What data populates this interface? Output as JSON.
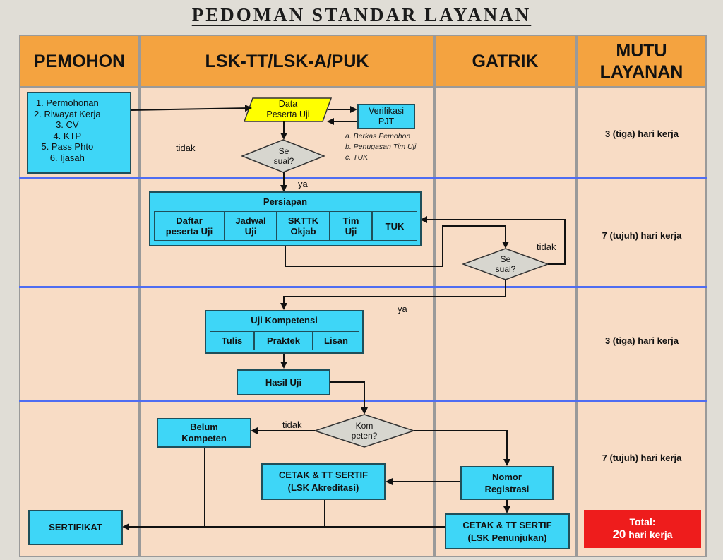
{
  "title": "PEDOMAN STANDAR LAYANAN",
  "headers": {
    "pemohon": "PEMOHON",
    "lsk": "LSK-TT/LSK-A/PUK",
    "gatrik": "GATRIK",
    "mutu_line1": "MUTU",
    "mutu_line2": "LAYANAN"
  },
  "requirements": [
    "1. Permohonan",
    "2. Riwayat Kerja",
    "3. CV",
    "4. KTP",
    "5. Pass Phto",
    "6. Ijasah"
  ],
  "data_peserta": {
    "line1": "Data",
    "line2": "Peserta Uji"
  },
  "verifikasi": {
    "line1": "Verifikasi",
    "line2": "PJT"
  },
  "notes": [
    "a. Berkas Pemohon",
    "b. Penugasan Tim Uji",
    "c. TUK"
  ],
  "sesuai1": {
    "line1": "Se",
    "line2": "suai?"
  },
  "sesuai2": {
    "line1": "Se",
    "line2": "suai?"
  },
  "kompeten": {
    "line1": "Kom",
    "line2": "peten?"
  },
  "labels": {
    "tidak1": "tidak",
    "ya1": "ya",
    "tidak2": "tidak",
    "ya2": "ya",
    "tidak3": "tidak"
  },
  "persiapan": {
    "title": "Persiapan",
    "cells": [
      {
        "line1": "Daftar",
        "line2": "peserta Uji"
      },
      {
        "line1": "Jadwal",
        "line2": "Uji"
      },
      {
        "line1": "SKTTK",
        "line2": "Okjab"
      },
      {
        "line1": "Tim",
        "line2": "Uji"
      },
      {
        "line1": "TUK",
        "line2": ""
      }
    ]
  },
  "uji": {
    "title": "Uji Kompetensi",
    "cells": [
      "Tulis",
      "Praktek",
      "Lisan"
    ]
  },
  "hasil": "Hasil Uji",
  "belum": {
    "line1": "Belum",
    "line2": "Kompeten"
  },
  "cetak_akr": {
    "line1": "CETAK & TT SERTIF",
    "line2": "(LSK Akreditasi)"
  },
  "nomor": {
    "line1": "Nomor",
    "line2": "Registrasi"
  },
  "cetak_pen": {
    "line1": "CETAK & TT SERTIF",
    "line2": "(LSK Penunjukan)"
  },
  "sertifikat": "SERTIFIKAT",
  "mutu": [
    "3 (tiga) hari kerja",
    "7 (tujuh) hari kerja",
    "3 (tiga) hari kerja",
    "7 (tujuh) hari kerja"
  ],
  "total": {
    "label": "Total:",
    "value": "20",
    "unit": "hari kerja"
  },
  "colors": {
    "header": "#f4a340",
    "lane": "#f8dcc5",
    "box": "#3ed6f7",
    "decision": "#d7d6cf",
    "data": "#ffff00",
    "divider": "#4f6df2",
    "total": "#ee1c1c"
  }
}
